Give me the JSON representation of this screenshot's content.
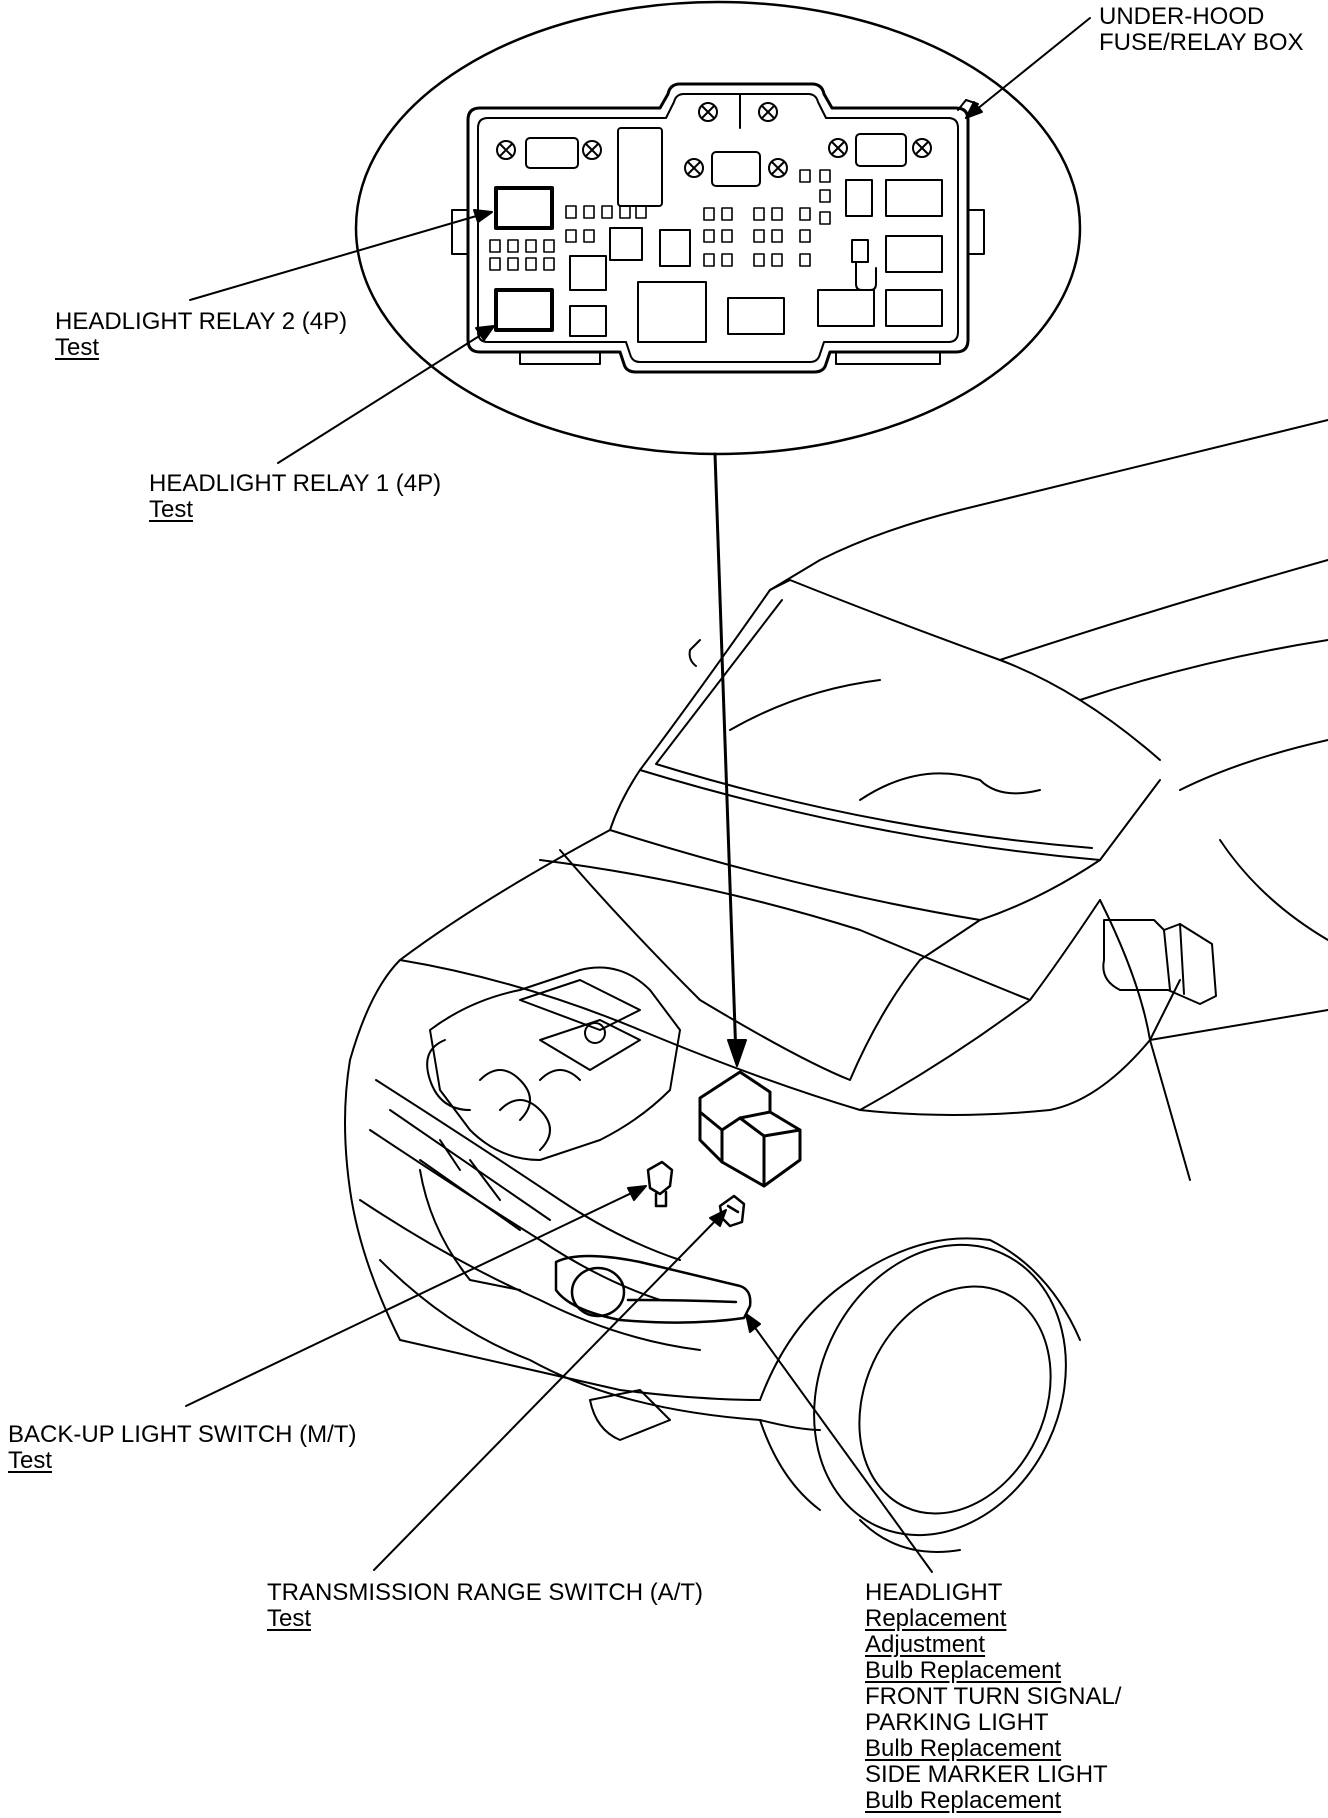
{
  "callouts": {
    "fuse_box": {
      "lines": [
        "UNDER-HOOD",
        "FUSE/RELAY BOX"
      ]
    },
    "headlight_relay_2": {
      "title": "HEADLIGHT RELAY 2 (4P)",
      "links": [
        "Test"
      ]
    },
    "headlight_relay_1": {
      "title": "HEADLIGHT RELAY 1 (4P)",
      "links": [
        "Test"
      ]
    },
    "backup_light_switch": {
      "title": "BACK-UP LIGHT SWITCH (M/T)",
      "links": [
        "Test"
      ]
    },
    "transmission_range_switch": {
      "title": "TRANSMISSION RANGE SWITCH (A/T)",
      "links": [
        "Test"
      ]
    },
    "lights": {
      "headlight": {
        "title": "HEADLIGHT",
        "links": [
          "Replacement",
          "Adjustment",
          "Bulb Replacement"
        ]
      },
      "front_turn_signal": {
        "title_lines": [
          "FRONT TURN SIGNAL/",
          "PARKING LIGHT"
        ],
        "links": [
          "Bulb Replacement"
        ]
      },
      "side_marker": {
        "title": "SIDE MARKER LIGHT",
        "links": [
          "Bulb Replacement"
        ]
      }
    }
  },
  "colors": {
    "ink": "#000000",
    "paper": "#ffffff"
  },
  "icons": [
    "screw-icon",
    "relay-icon",
    "fuse-icon"
  ]
}
